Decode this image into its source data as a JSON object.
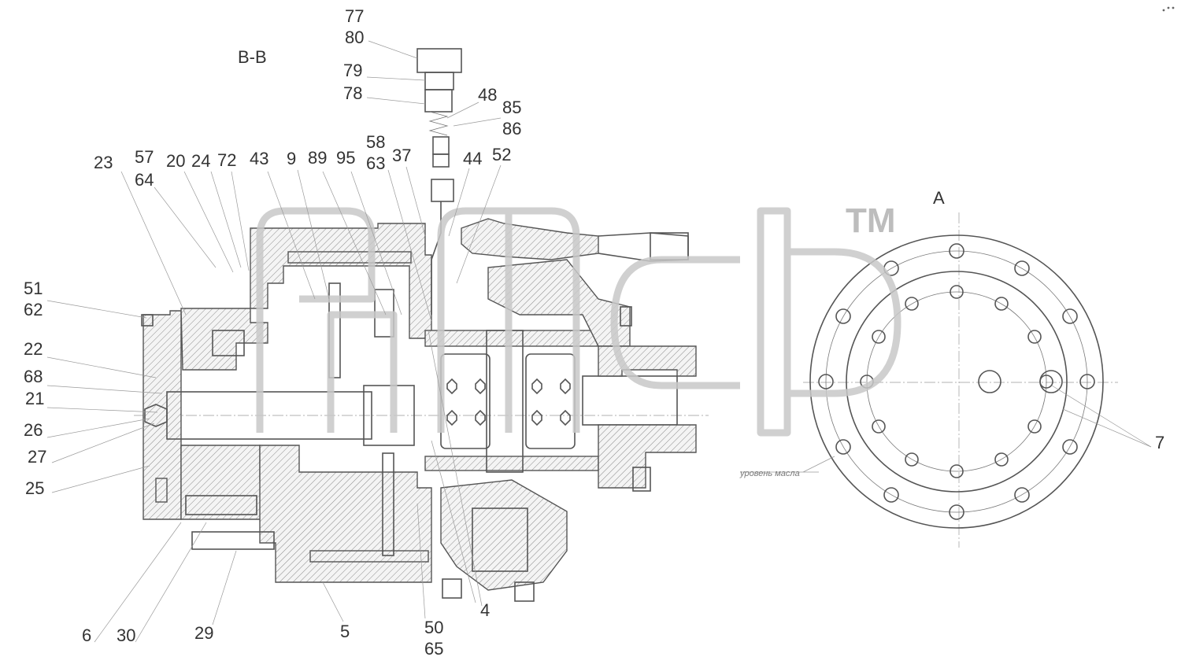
{
  "section_label": "B-B",
  "view_label": "A",
  "trademark": "ТМ",
  "level_note": "уровень масла",
  "callouts": {
    "c77": "77",
    "c80": "80",
    "c79": "79",
    "c78": "78",
    "c48": "48",
    "c85": "85",
    "c86": "86",
    "c58": "58",
    "c63": "63",
    "c37": "37",
    "c44": "44",
    "c52": "52",
    "c23": "23",
    "c57": "57",
    "c64": "64",
    "c20": "20",
    "c24": "24",
    "c72": "72",
    "c43": "43",
    "c9": "9",
    "c89": "89",
    "c95": "95",
    "c51": "51",
    "c62": "62",
    "c22": "22",
    "c68": "68",
    "c21": "21",
    "c26": "26",
    "c27": "27",
    "c25": "25",
    "c6": "6",
    "c30": "30",
    "c29": "29",
    "c5": "5",
    "c50": "50",
    "c65": "65",
    "c4": "4",
    "c7": "7"
  }
}
